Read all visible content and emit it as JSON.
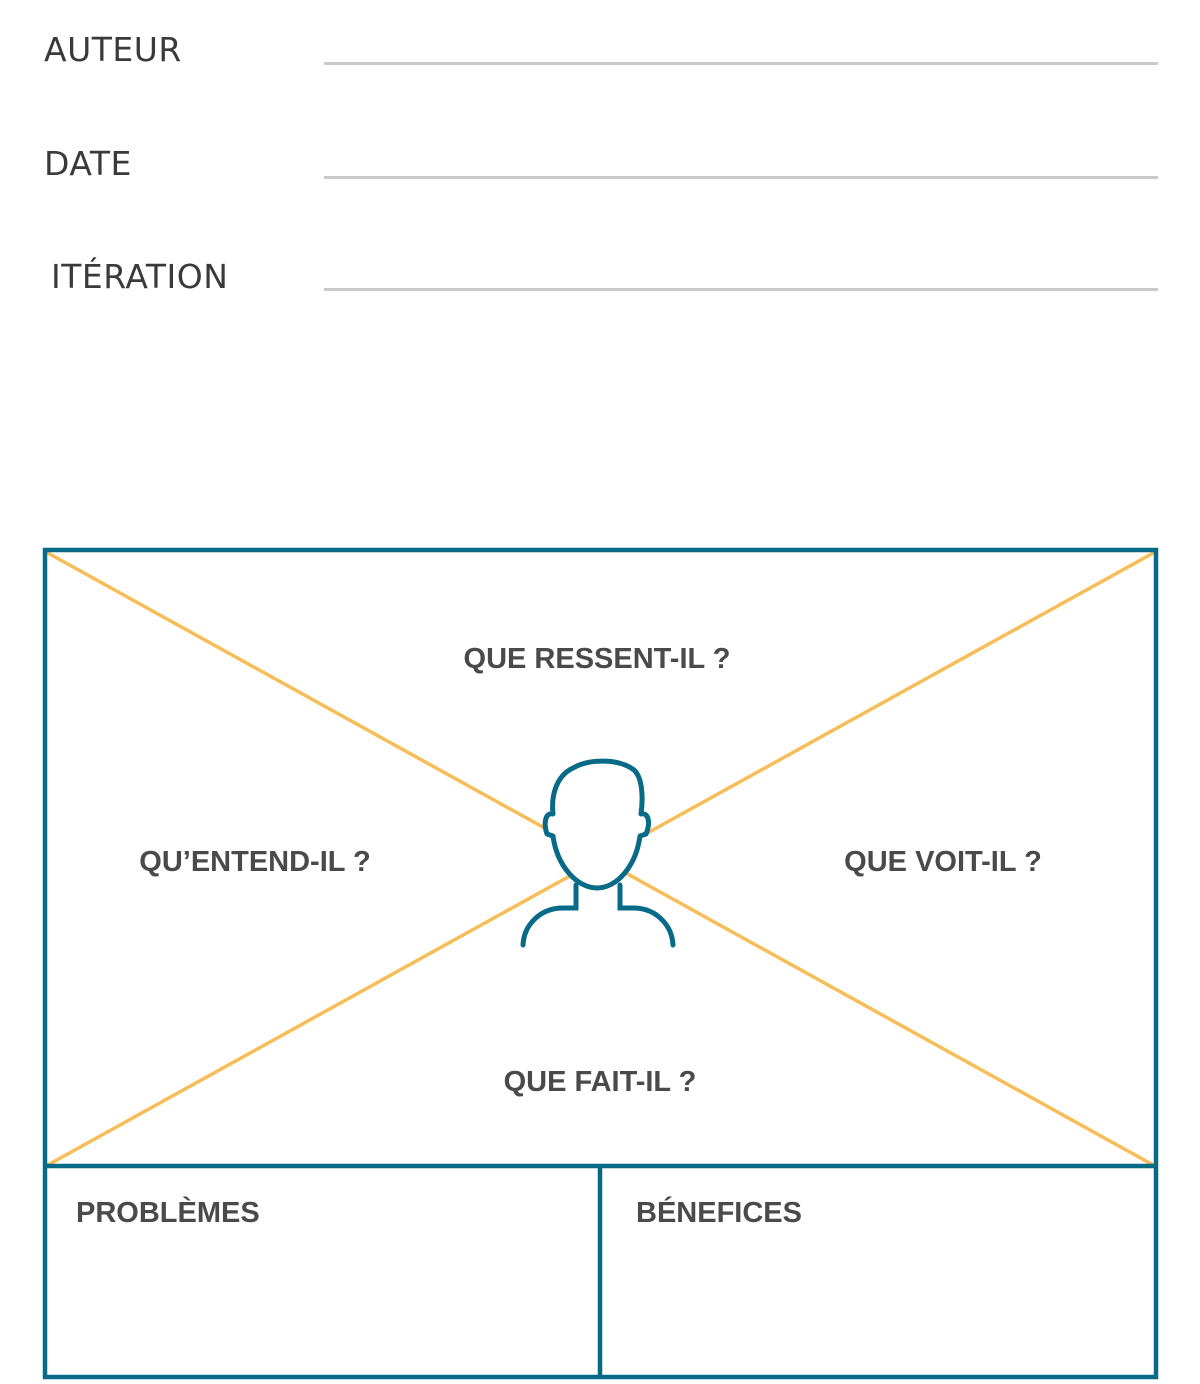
{
  "form": {
    "author_label": "AUTEUR",
    "date_label": "DATE",
    "iteration_label": "ITÉRATION"
  },
  "map": {
    "top": "QUE RESSENT-IL ?",
    "left": "QU’ENTEND-IL ?",
    "right": "QUE VOIT-IL ?",
    "bottom": "QUE FAIT-IL ?",
    "problems": "PROBLÈMES",
    "benefits": "BÉNEFICES"
  },
  "colors": {
    "frame": "#076a86",
    "diagonal": "#f7bd58",
    "label": "#4a4a4a",
    "field_line": "#c9c9c9"
  },
  "icons": {
    "center": "person-icon"
  }
}
